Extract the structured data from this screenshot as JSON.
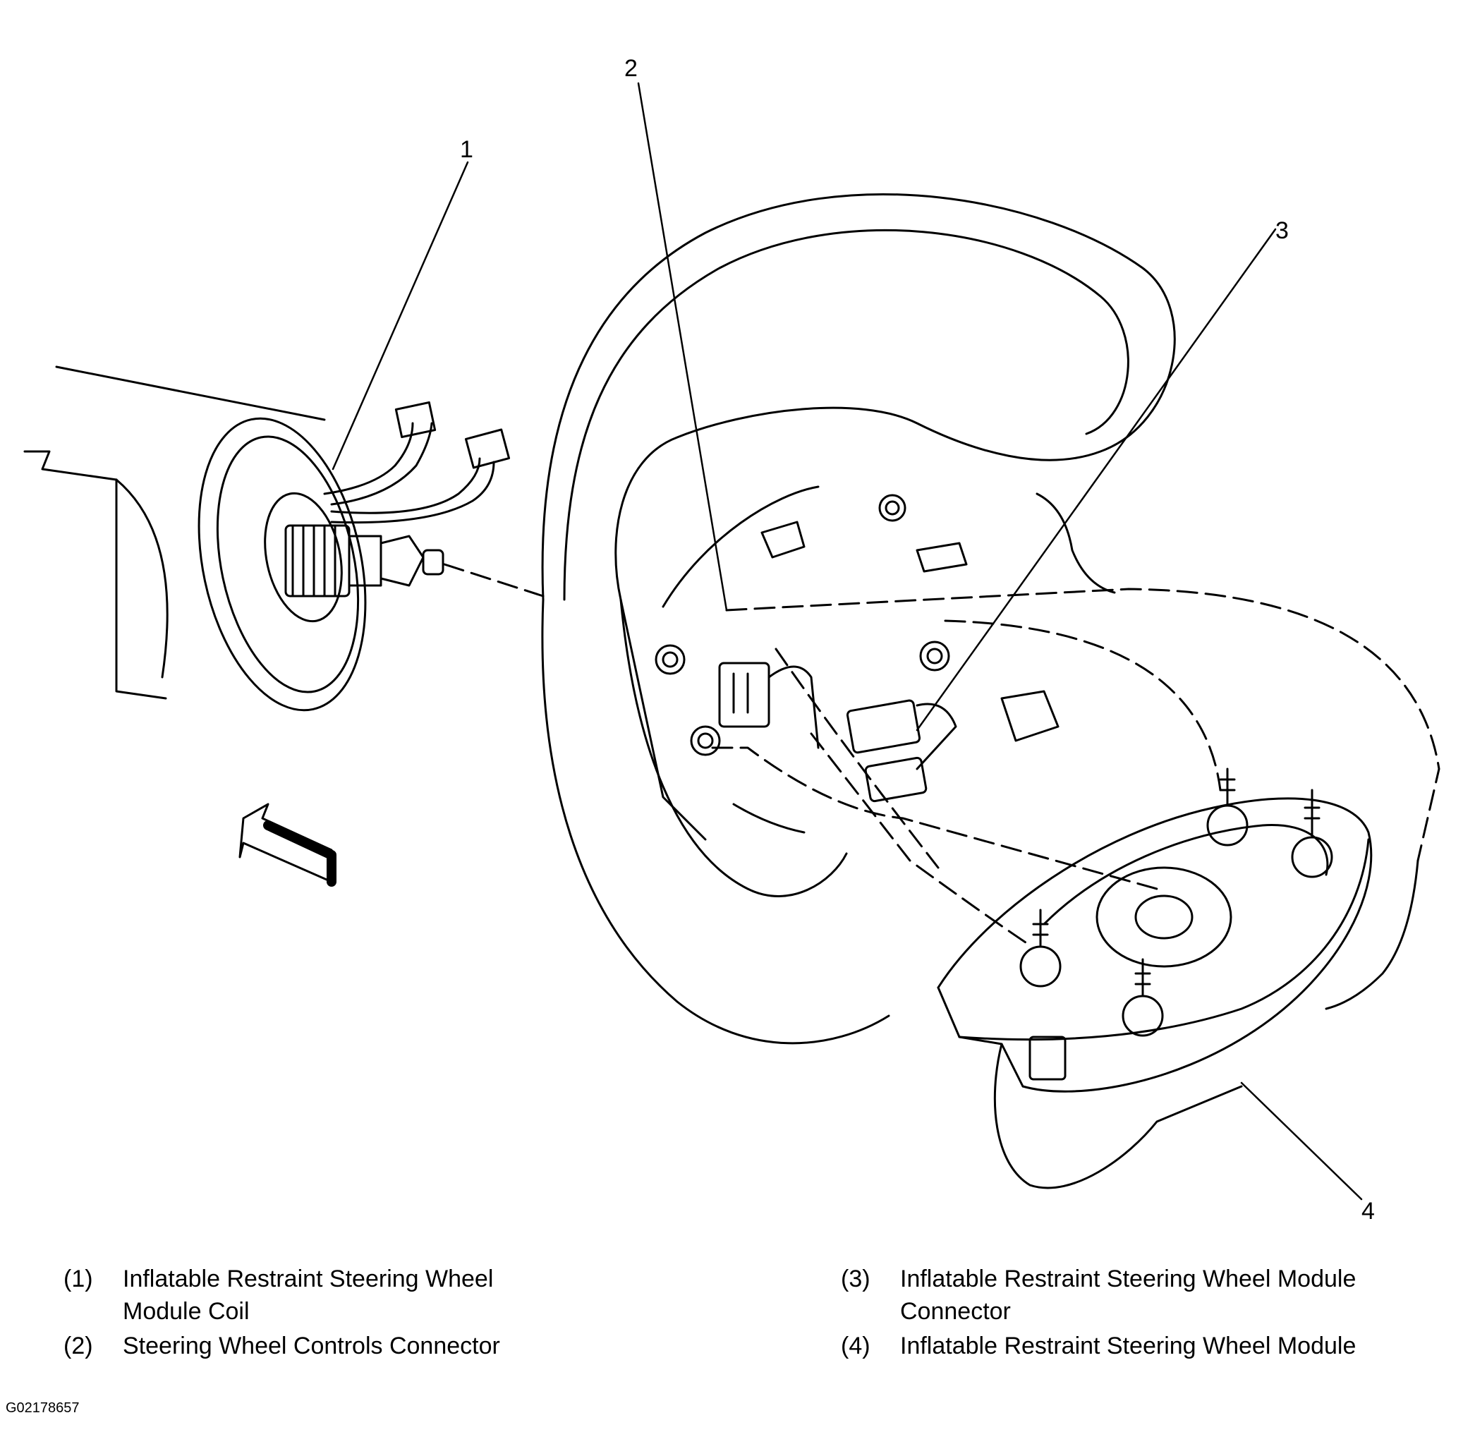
{
  "callouts": [
    "1",
    "2",
    "3",
    "4"
  ],
  "legend": [
    {
      "number": "(1)",
      "lines": [
        "Inflatable Restraint Steering Wheel",
        "Module Coil"
      ]
    },
    {
      "number": "(2)",
      "lines": [
        "Steering Wheel Controls Connector"
      ]
    },
    {
      "number": "(3)",
      "lines": [
        "Inflatable Restraint Steering Wheel Module",
        "Connector"
      ]
    },
    {
      "number": "(4)",
      "lines": [
        "Inflatable Restraint Steering Wheel Module"
      ]
    }
  ],
  "figure_id": "G02178657",
  "icons": [
    "steering-column",
    "module-coil",
    "steering-wheel",
    "airbag-module",
    "direction-arrow"
  ]
}
